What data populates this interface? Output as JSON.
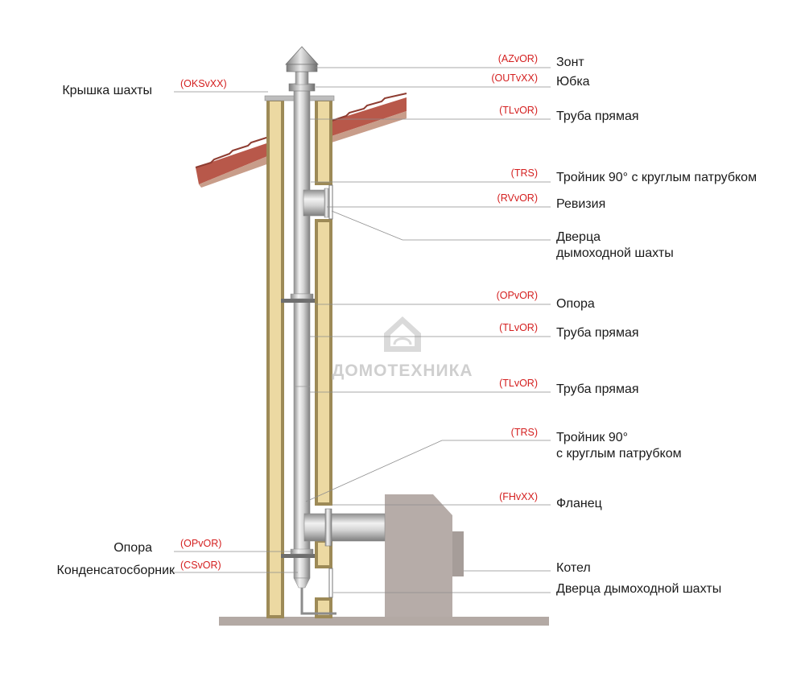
{
  "watermark": {
    "brand": "ДОМОТЕХНИКА",
    "icon": "house-logo-icon"
  },
  "colors": {
    "insulation": "#ecd9a2",
    "shaft_wall": "#9d8a57",
    "roof_tile": "#b8584a",
    "boiler": "#b6aca8",
    "pipe": "#c9c9c9",
    "floor": "#b3a9a4",
    "code_text": "#d41f1f"
  },
  "labels": {
    "zont": {
      "code": "(AZvOR)",
      "name": "Зонт"
    },
    "yubka": {
      "code": "(OUTvXX)",
      "name": "Юбка"
    },
    "truba1": {
      "code": "(TLvOR)",
      "name": "Труба прямая"
    },
    "troynik1": {
      "code": "(TRS)",
      "name": "Тройник 90° с круглым патрубком"
    },
    "reviziya": {
      "code": "(RVvOR)",
      "name": "Ревизия"
    },
    "dverca1": {
      "name1": "Дверца",
      "name2": "дымоходной шахты"
    },
    "opora1": {
      "code": "(OPvOR)",
      "name": "Опора"
    },
    "truba2": {
      "code": "(TLvOR)",
      "name": "Труба прямая"
    },
    "truba3": {
      "code": "(TLvOR)",
      "name": "Труба прямая"
    },
    "troynik2": {
      "code": "(TRS)",
      "name1": "Тройник 90°",
      "name2": "с круглым патрубком"
    },
    "flanec": {
      "code": "(FHvXX)",
      "name": "Фланец"
    },
    "kotel": {
      "name": "Котел"
    },
    "dverca2": {
      "name": "Дверца дымоходной шахты"
    },
    "kryshka": {
      "code": "(OKSvXX)",
      "name": "Крышка шахты"
    },
    "opora2": {
      "code": "(OPvOR)",
      "name": "Опора"
    },
    "kondensat": {
      "code": "(CSvOR)",
      "name": "Конденсатосборник"
    }
  }
}
